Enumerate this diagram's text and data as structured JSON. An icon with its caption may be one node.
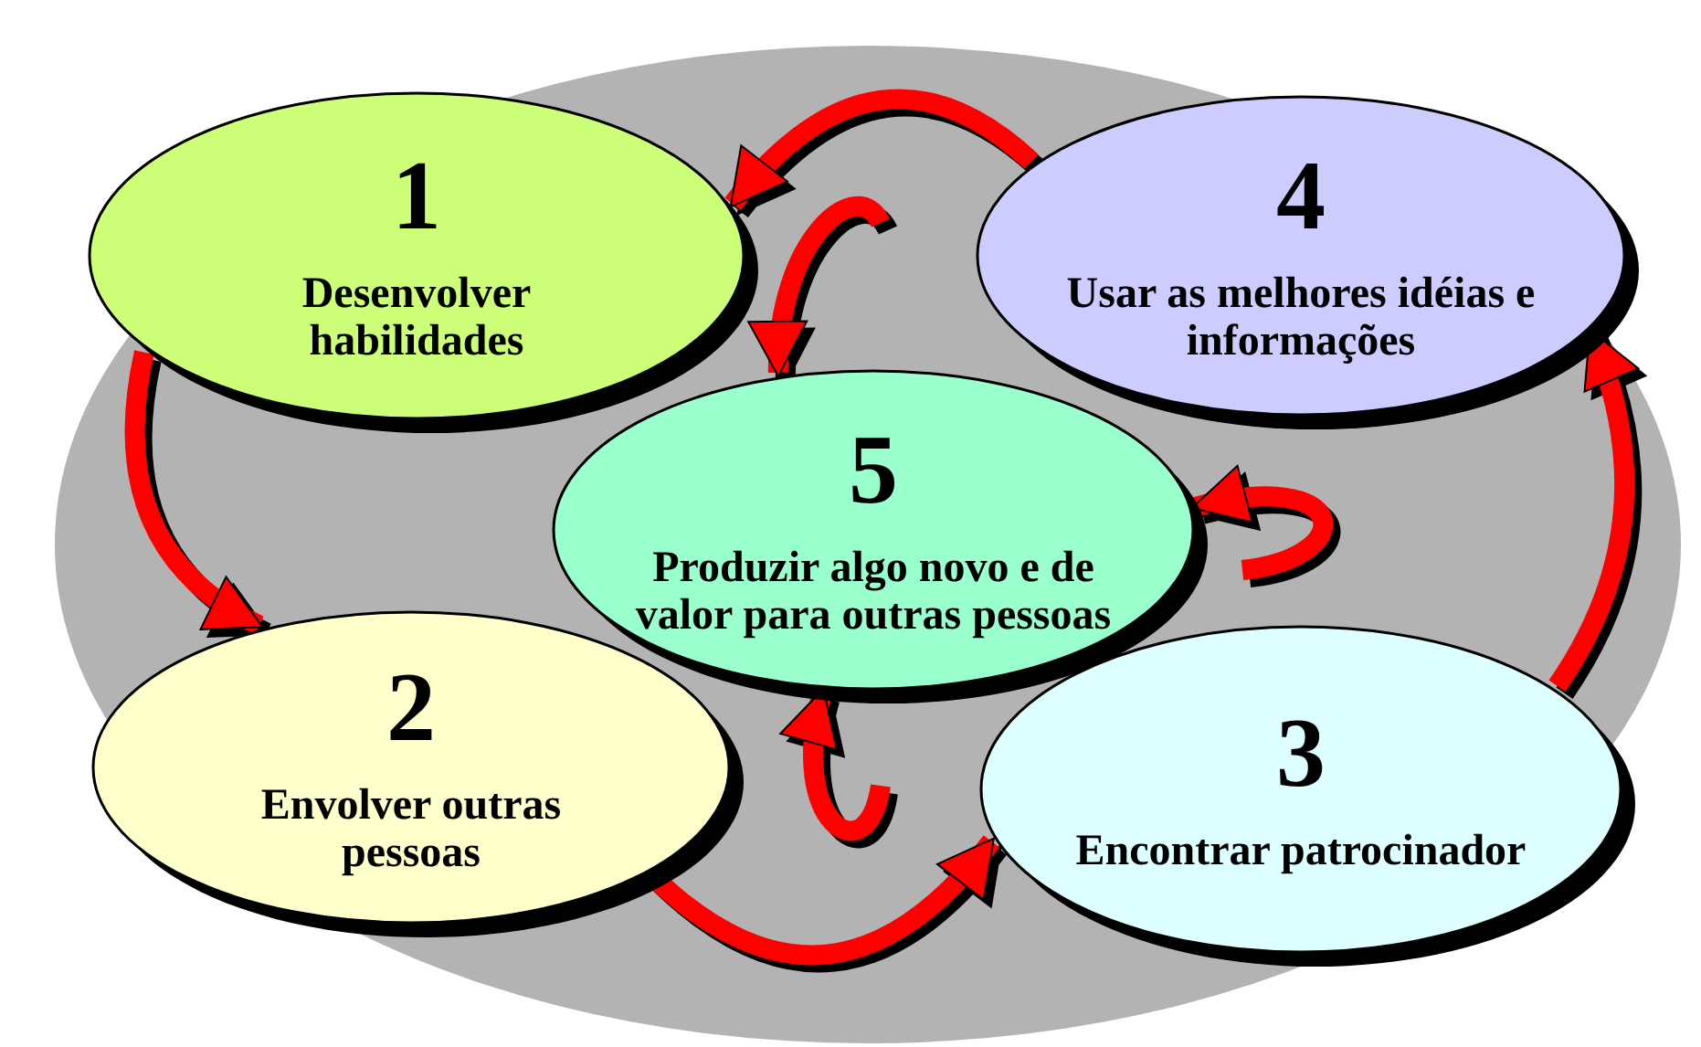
{
  "diagram": {
    "nodes": [
      {
        "text": [
          "1",
          "Desenvolver habilidades"
        ]
      },
      {
        "text": [
          "4",
          "Usar as melhores idéias e informações"
        ]
      },
      {
        "text": [
          "5",
          "Produzir algo novo e de valor para outras pessoas"
        ]
      },
      {
        "text": [
          "2",
          "Envolver outras pessoas"
        ]
      },
      {
        "text": [
          "3",
          "Encontrar patrocinador"
        ]
      }
    ],
    "edges": [
      {
        "from": 0,
        "to": 3,
        "arrow": "to"
      },
      {
        "from": 3,
        "to": 4,
        "arrow": "to"
      },
      {
        "from": 4,
        "to": 1,
        "arrow": "to"
      },
      {
        "from": 1,
        "to": 0,
        "arrow": "to"
      },
      {
        "from": null,
        "to": 2,
        "arrow": "to"
      },
      {
        "from": null,
        "to": 2,
        "arrow": "to"
      },
      {
        "from": null,
        "to": 2,
        "arrow": "to"
      }
    ]
  }
}
